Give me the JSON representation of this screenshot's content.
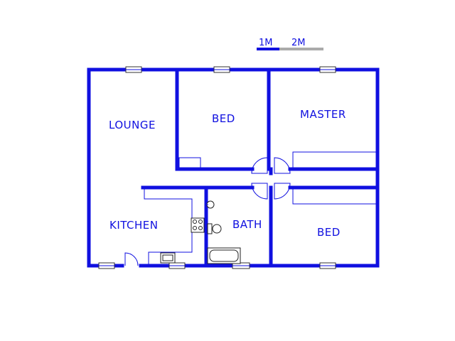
{
  "scale": {
    "label_1": "1M",
    "label_2": "2M"
  },
  "rooms": {
    "lounge": "LOUNGE",
    "bed_1": "BED",
    "master": "MASTER",
    "kitchen": "KITCHEN",
    "bath": "BATH",
    "bed_2": "BED"
  },
  "colors": {
    "wall": "#1010e0",
    "scale_dark": "#1010e0",
    "scale_light": "#aaaaaa"
  }
}
